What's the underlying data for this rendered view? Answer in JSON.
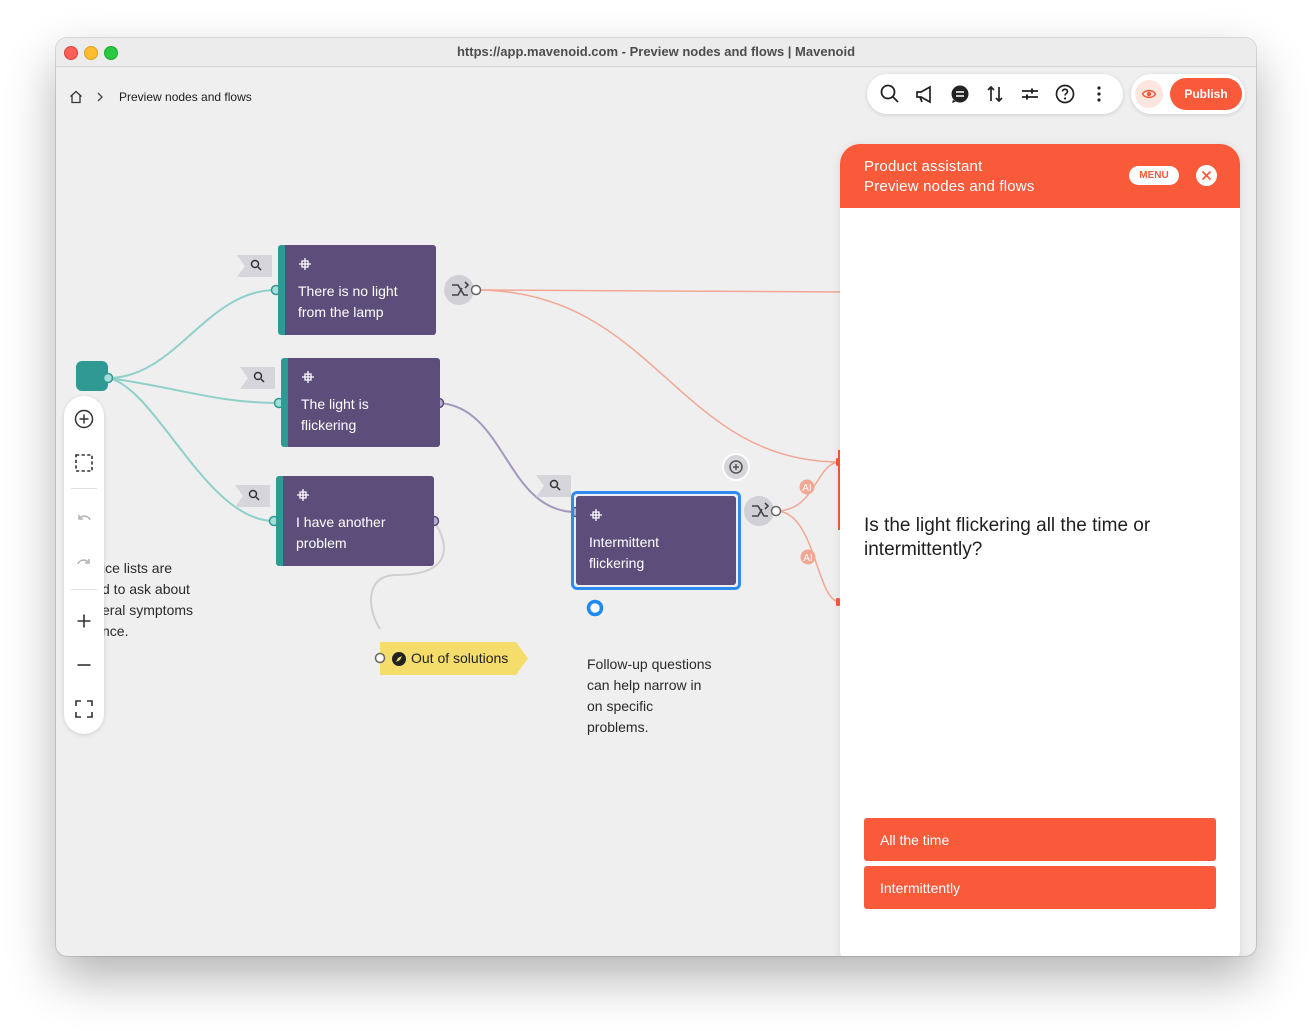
{
  "window": {
    "title": "https://app.mavenoid.com - Preview nodes and flows | Mavenoid"
  },
  "breadcrumb": {
    "icon": "home-icon",
    "separator_icon": "chevron-right-icon",
    "current": "Preview nodes and flows"
  },
  "toolbar": {
    "icons": [
      "search-icon",
      "megaphone-icon",
      "chat-icon",
      "sort-arrows-icon",
      "sliders-icon",
      "help-icon",
      "more-vertical-icon"
    ],
    "preview_icon": "eye-icon",
    "publish_label": "Publish"
  },
  "nodes": [
    {
      "name": "node-no-light",
      "text": "There is no light from the lamp"
    },
    {
      "name": "node-light-flickering",
      "text": "The light is flickering"
    },
    {
      "name": "node-another-problem",
      "text": "I have another problem"
    },
    {
      "name": "node-intermittent-flickering",
      "text": "Intermittent flickering"
    }
  ],
  "canvas": {
    "left_note": "ice lists are\nd to ask about\neral symptoms\nnce.",
    "right_note": "Follow-up questions\ncan help narrow in\non specific\nproblems.",
    "out_of_solutions": "Out of solutions",
    "ai_badge": "AI"
  },
  "side_tools": [
    "add-circle-icon",
    "select-box-icon",
    "undo-icon",
    "redo-icon",
    "zoom-in-icon",
    "zoom-out-icon",
    "fit-screen-icon"
  ],
  "chat": {
    "header_line1": "Product assistant",
    "header_line2": "Preview nodes and flows",
    "menu_label": "MENU",
    "question": "Is the light flickering all the time or intermittently?",
    "answers": [
      "All the time",
      "Intermittently"
    ]
  },
  "colors": {
    "accent": "#f95a3a",
    "node": "#5d4d7b",
    "node_edge": "#2f9a93",
    "selection": "#2f8bf1",
    "tag": "#f4dd6b"
  }
}
